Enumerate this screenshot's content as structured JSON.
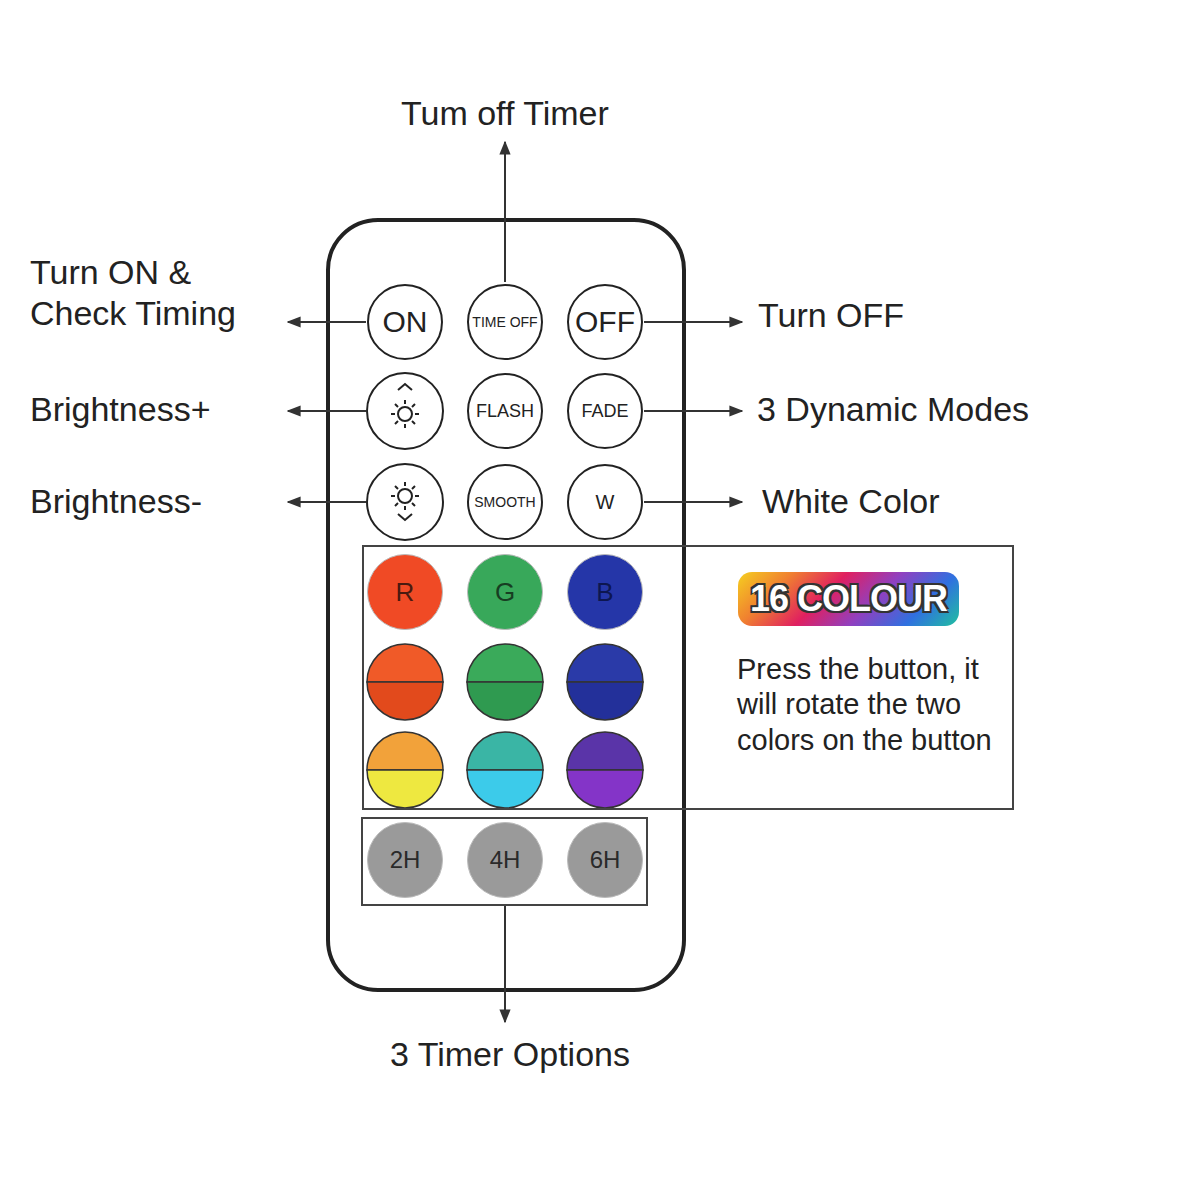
{
  "diagram": {
    "nodes": [
      {
        "text": [
          "ON"
        ]
      },
      {
        "text": [
          "TIME OFF"
        ]
      },
      {
        "text": [
          "OFF"
        ]
      },
      {
        "text": [
          "FLASH"
        ]
      },
      {
        "text": [
          "FADE"
        ]
      },
      {
        "text": [
          "SMOOTH"
        ]
      },
      {
        "text": [
          "W"
        ]
      },
      {
        "text": [
          "16 COLOUR",
          "Press the button, it will rotate the two colors on the button"
        ]
      },
      {
        "text": [
          "R"
        ],
        "in": 7
      },
      {
        "text": [
          "G"
        ],
        "in": 7
      },
      {
        "text": [
          "B"
        ],
        "in": 7
      },
      {
        "text": [
          "2H"
        ]
      },
      {
        "text": [
          "4H"
        ]
      },
      {
        "text": [
          "6H"
        ]
      }
    ],
    "labels": [
      "Tum off Timer",
      "Turn ON & Check Timing",
      "Turn OFF",
      "Brightness+",
      "3 Dynamic Modes",
      "Brightness-",
      "White Color",
      "3 Timer Options"
    ]
  }
}
